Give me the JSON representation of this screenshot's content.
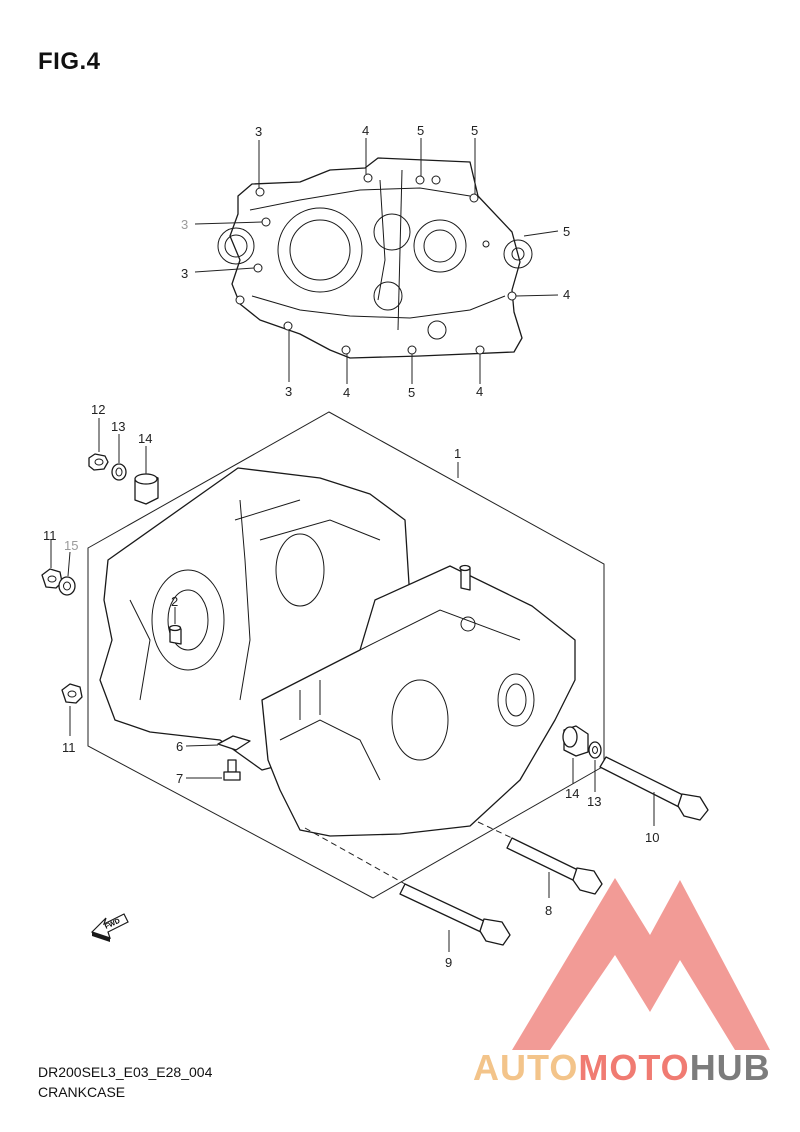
{
  "figure": {
    "title": "FIG.4"
  },
  "footer": {
    "code": "DR200SEL3_E03_E28_004",
    "name": "CRANKCASE"
  },
  "fwd_label": "FWD",
  "watermark": {
    "part1": "AUTO",
    "part2": "MOTO",
    "part3": "HUB",
    "colors": {
      "auto": "#f3c48a",
      "moto": "#f07b72",
      "hub": "#7c7c7c",
      "triangle": "#f08a84"
    }
  },
  "callouts": [
    {
      "id": "c1",
      "text": "1"
    },
    {
      "id": "c2",
      "text": "2"
    },
    {
      "id": "c3a",
      "text": "3"
    },
    {
      "id": "c3b",
      "text": "3"
    },
    {
      "id": "c3c",
      "text": "3"
    },
    {
      "id": "c3d",
      "text": "3"
    },
    {
      "id": "c4a",
      "text": "4"
    },
    {
      "id": "c4b",
      "text": "4"
    },
    {
      "id": "c4c",
      "text": "4"
    },
    {
      "id": "c4d",
      "text": "4"
    },
    {
      "id": "c5a",
      "text": "5"
    },
    {
      "id": "c5b",
      "text": "5"
    },
    {
      "id": "c5c",
      "text": "5"
    },
    {
      "id": "c5d",
      "text": "5"
    },
    {
      "id": "c6",
      "text": "6"
    },
    {
      "id": "c7",
      "text": "7"
    },
    {
      "id": "c8",
      "text": "8"
    },
    {
      "id": "c9",
      "text": "9"
    },
    {
      "id": "c10",
      "text": "10"
    },
    {
      "id": "c11a",
      "text": "11"
    },
    {
      "id": "c11b",
      "text": "11"
    },
    {
      "id": "c12",
      "text": "12"
    },
    {
      "id": "c13a",
      "text": "13"
    },
    {
      "id": "c13b",
      "text": "13"
    },
    {
      "id": "c14a",
      "text": "14"
    },
    {
      "id": "c14b",
      "text": "14"
    },
    {
      "id": "c15",
      "text": "15"
    }
  ]
}
